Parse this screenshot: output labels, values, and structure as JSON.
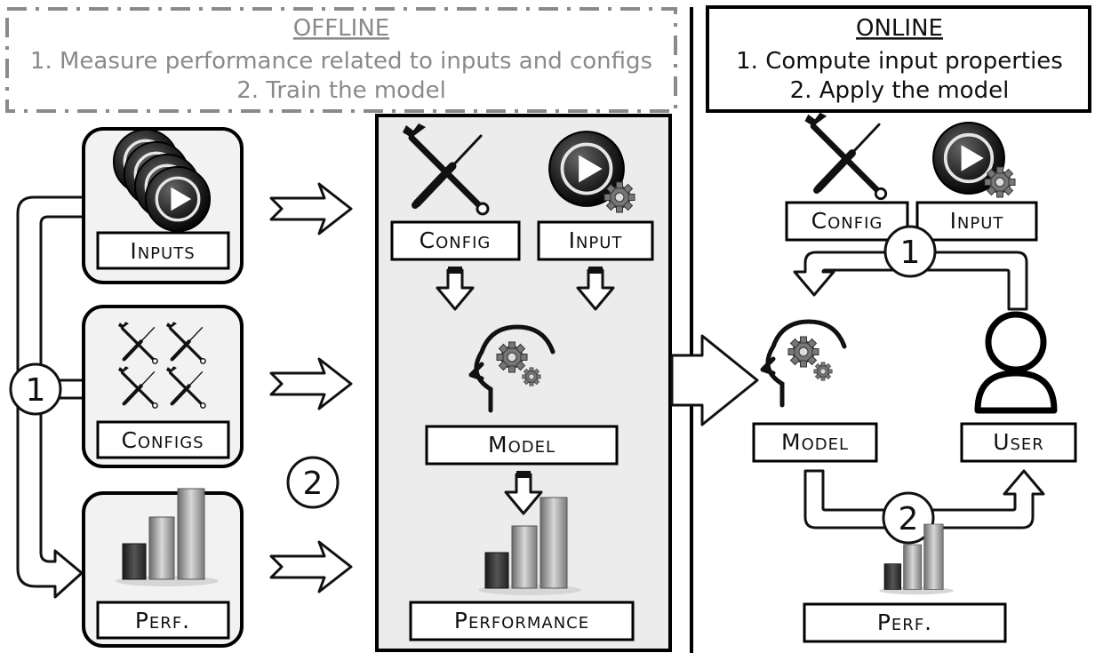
{
  "offline": {
    "title": "OFFLINE",
    "step1": "1.  Measure performance related to inputs and configs",
    "step2": "2.  Train the model",
    "inputs_label": "Inputs",
    "configs_label": "Configs",
    "perf_label": "Perf.",
    "marker_1": "1",
    "marker_2": "2",
    "config_label": "Config",
    "input_label": "Input",
    "model_label": "Model",
    "performance_label": "Performance"
  },
  "online": {
    "title": "ONLINE",
    "step1": "1.  Compute input properties",
    "step2": "2.  Apply the model",
    "config_label": "Config",
    "input_label": "Input",
    "marker_1": "1",
    "model_label": "Model",
    "user_label": "User",
    "marker_2": "2",
    "perf_label": "Perf."
  },
  "colors": {
    "panel_bg": "#ececec",
    "offline_header": "#8a8a8a",
    "stroke": "#000000"
  },
  "icons": [
    "video-play-icon",
    "wrench-screwdriver-icon",
    "bar-chart-icon",
    "gear-icon",
    "head-gears-icon",
    "user-icon",
    "outline-arrow-icon"
  ]
}
